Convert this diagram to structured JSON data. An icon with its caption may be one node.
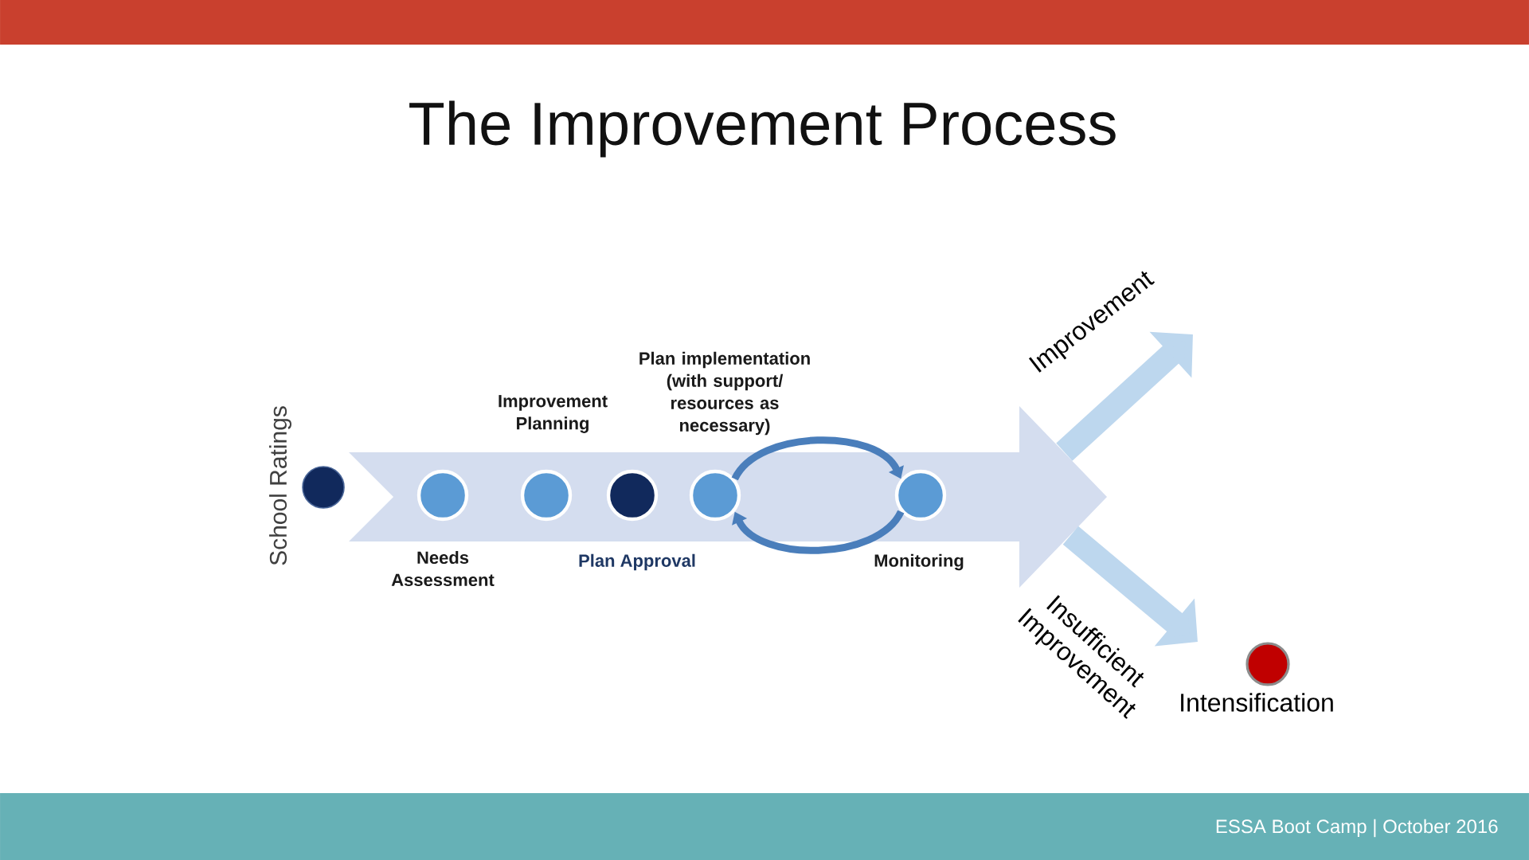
{
  "diagram": {
    "title": "The Improvement Process",
    "nodes": [
      {
        "text": [],
        "shape": "circle"
      },
      {
        "text": [],
        "shape": "arrow"
      },
      {
        "text": [],
        "shape": "circle",
        "in": 1,
        "beside": [
          "Needs Assessment"
        ]
      },
      {
        "text": [],
        "shape": "circle",
        "in": 1,
        "beside": [
          "Improvement Planning"
        ]
      },
      {
        "text": [],
        "shape": "circle",
        "in": 1,
        "beside": [
          "Plan Approval"
        ]
      },
      {
        "text": [],
        "shape": "circle",
        "in": 1,
        "beside": [
          "Plan implementation (with support/ resources as necessary)"
        ]
      },
      {
        "text": [],
        "shape": "circle",
        "in": 1,
        "beside": [
          "Monitoring"
        ]
      },
      {
        "text": [],
        "shape": "circle",
        "beside": [
          "Intensification"
        ]
      }
    ],
    "edges": [
      {
        "from": 5,
        "to": 6,
        "arrow": "to"
      },
      {
        "from": 6,
        "to": 5,
        "arrow": "to"
      },
      {
        "from": 1,
        "to": null,
        "arrow": "to",
        "label": "Improvement",
        "style": "thick",
        "color": "#bdd7ee"
      },
      {
        "from": 1,
        "to": 7,
        "arrow": "to",
        "label": "Insufficient Improvement",
        "style": "thick",
        "color": "#bdd7ee"
      }
    ],
    "labels": [
      "School Ratings",
      "ESSA Boot Camp | October 2016"
    ]
  }
}
